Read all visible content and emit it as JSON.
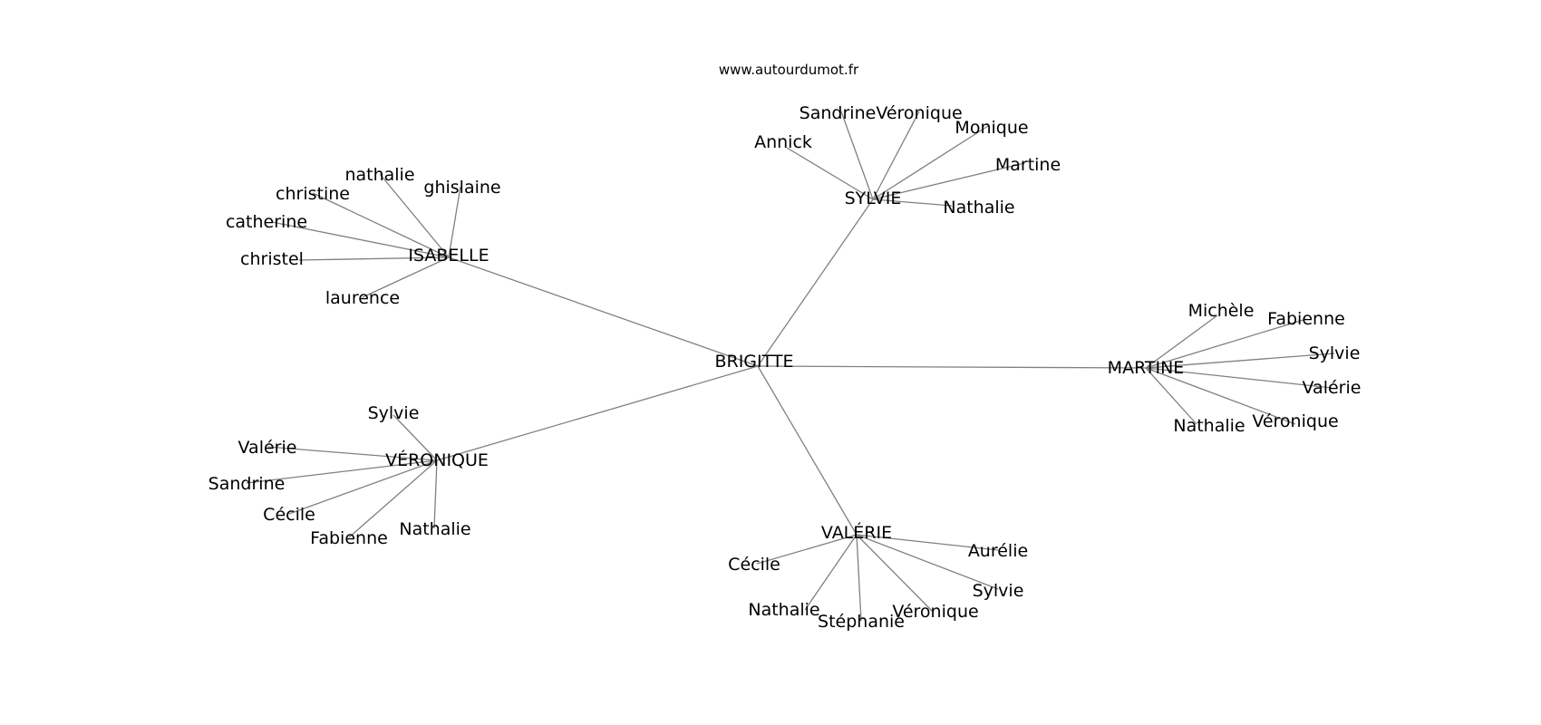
{
  "source": "www.autourdumot.fr",
  "colors": {
    "edge": "#808080",
    "text": "#000000",
    "background": "#ffffff"
  },
  "graph": {
    "center": "BRIGITTE",
    "hubs": [
      {
        "name": "SYLVIE",
        "children": [
          "Annick",
          "Sandrine",
          "Véronique",
          "Monique",
          "Martine",
          "Nathalie"
        ]
      },
      {
        "name": "ISABELLE",
        "children": [
          "nathalie",
          "ghislaine",
          "christine",
          "catherine",
          "christel",
          "laurence"
        ]
      },
      {
        "name": "MARTINE",
        "children": [
          "Michèle",
          "Fabienne",
          "Sylvie",
          "Valérie",
          "Véronique",
          "Nathalie"
        ]
      },
      {
        "name": "VÉRONIQUE",
        "children": [
          "Sylvie",
          "Valérie",
          "Sandrine",
          "Cécile",
          "Fabienne",
          "Nathalie"
        ]
      },
      {
        "name": "VALÉRIE",
        "children": [
          "Aurélie",
          "Cécile",
          "Sylvie",
          "Nathalie",
          "Véronique",
          "Stéphanie"
        ]
      }
    ]
  }
}
